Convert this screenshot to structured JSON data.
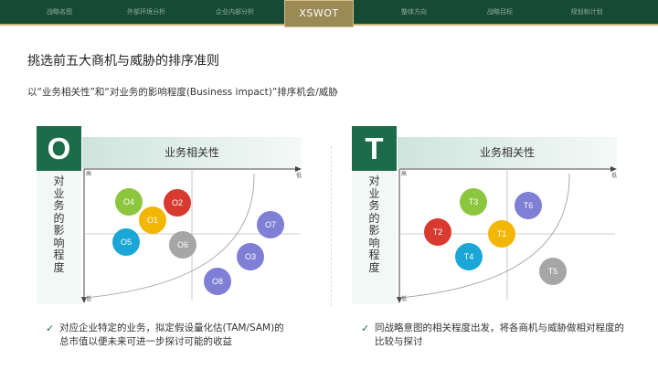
{
  "nav": {
    "tabs": [
      "战略名图",
      "外部环境分析",
      "企业内部分析",
      "XSWOT",
      "整体方向",
      "战略目标",
      "规划和计划"
    ],
    "active_index": 3
  },
  "title": "挑选前五大商机与威胁的排序准则",
  "subtitle": "以“业务相关性”和“对业务的影响程度(Business impact)”排序机会/威胁",
  "colors": {
    "header_bg": "#174a35",
    "badge_green": "#1e6b4a",
    "active_tab": "#9b8a56"
  },
  "matrices": [
    {
      "badge": "O",
      "x_axis": "业务相关性",
      "y_axis": "对业务的影响程度",
      "x_high": "高",
      "x_low": "低",
      "y_high": "高",
      "y_low": "低",
      "bubbles": [
        {
          "label": "O4",
          "color": "#8cc63f"
        },
        {
          "label": "O2",
          "color": "#d93a2f"
        },
        {
          "label": "O1",
          "color": "#f2b705"
        },
        {
          "label": "O7",
          "color": "#7f7fd5"
        },
        {
          "label": "O5",
          "color": "#1aa6d6"
        },
        {
          "label": "O6",
          "color": "#a6a6a6"
        },
        {
          "label": "O3",
          "color": "#7f7fd5"
        },
        {
          "label": "O8",
          "color": "#7f7fd5"
        }
      ],
      "note": "对应企业特定的业务，拟定假设量化估(TAM/SAM)的总市值以便未来可进一步探讨可能的收益"
    },
    {
      "badge": "T",
      "x_axis": "业务相关性",
      "y_axis": "对业务的影响程度",
      "x_high": "高",
      "x_low": "低",
      "y_high": "高",
      "y_low": "低",
      "bubbles": [
        {
          "label": "T3",
          "color": "#8cc63f"
        },
        {
          "label": "T6",
          "color": "#7f7fd5"
        },
        {
          "label": "T2",
          "color": "#d93a2f"
        },
        {
          "label": "T1",
          "color": "#f2b705"
        },
        {
          "label": "T4",
          "color": "#1aa6d6"
        },
        {
          "label": "T5",
          "color": "#a6a6a6"
        }
      ],
      "note": "同战略意图的相关程度出发，将各商机与威胁做相对程度的比较与探讨"
    }
  ]
}
